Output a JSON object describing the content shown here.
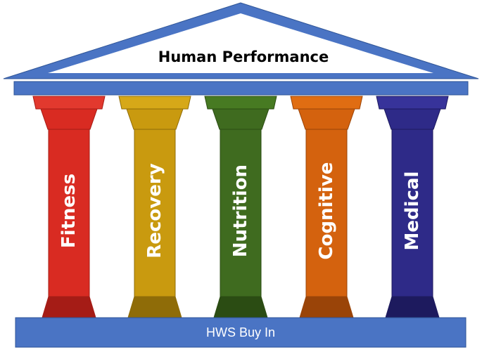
{
  "roof": {
    "title": "Human Performance",
    "color": "#4a74c4",
    "edge_color": "#2f5597",
    "inner_color": "#ffffff"
  },
  "base": {
    "label": "HWS Buy In",
    "color": "#4a74c4"
  },
  "pillars": [
    {
      "label": "Fitness",
      "color": "#d92b22",
      "cap_color": "#e2392e",
      "shade_color": "#a51c16"
    },
    {
      "label": "Recovery",
      "color": "#c99a0f",
      "cap_color": "#d6a818",
      "shade_color": "#8f6c08"
    },
    {
      "label": "Nutrition",
      "color": "#3f6b1f",
      "cap_color": "#477a22",
      "shade_color": "#2b4c13"
    },
    {
      "label": "Cognitive",
      "color": "#d4620e",
      "cap_color": "#e06d12",
      "shade_color": "#9a4408"
    },
    {
      "label": "Medical",
      "color": "#2e2a88",
      "cap_color": "#37339a",
      "shade_color": "#1d1a5e"
    }
  ]
}
